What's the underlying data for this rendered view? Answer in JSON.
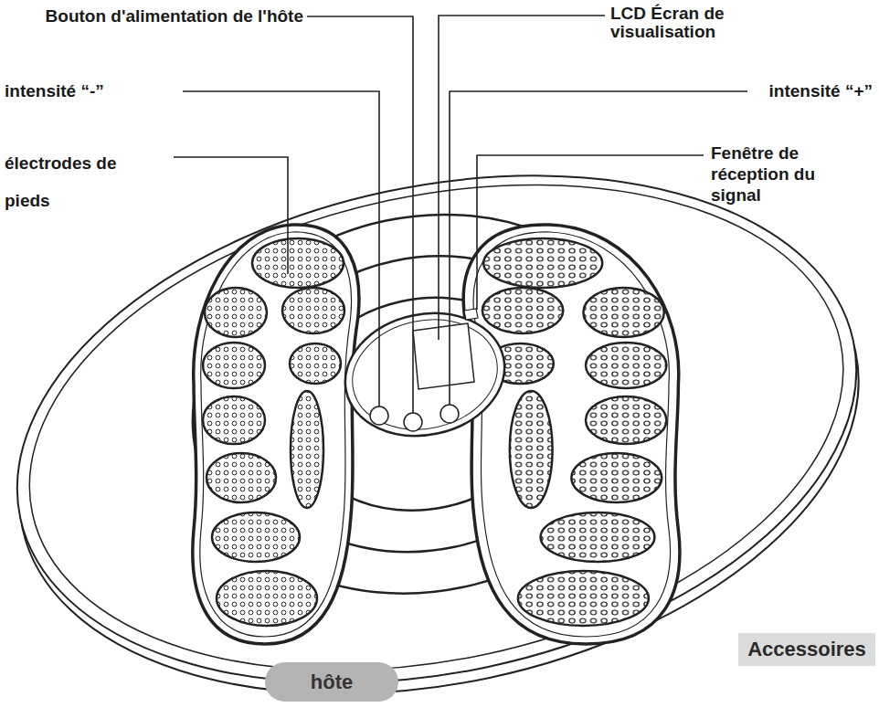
{
  "diagram": {
    "nodes": [
      {
        "text": [
          "Accessoires"
        ]
      },
      {
        "text": [
          "hôte"
        ]
      }
    ],
    "labels": [
      "Bouton d'alimentation de l'hôte",
      "LCD Écran de visualisation",
      "intensité “-”",
      "intensité “+”",
      "électrodes de pieds",
      "Fenêtre de réception du signal"
    ]
  }
}
